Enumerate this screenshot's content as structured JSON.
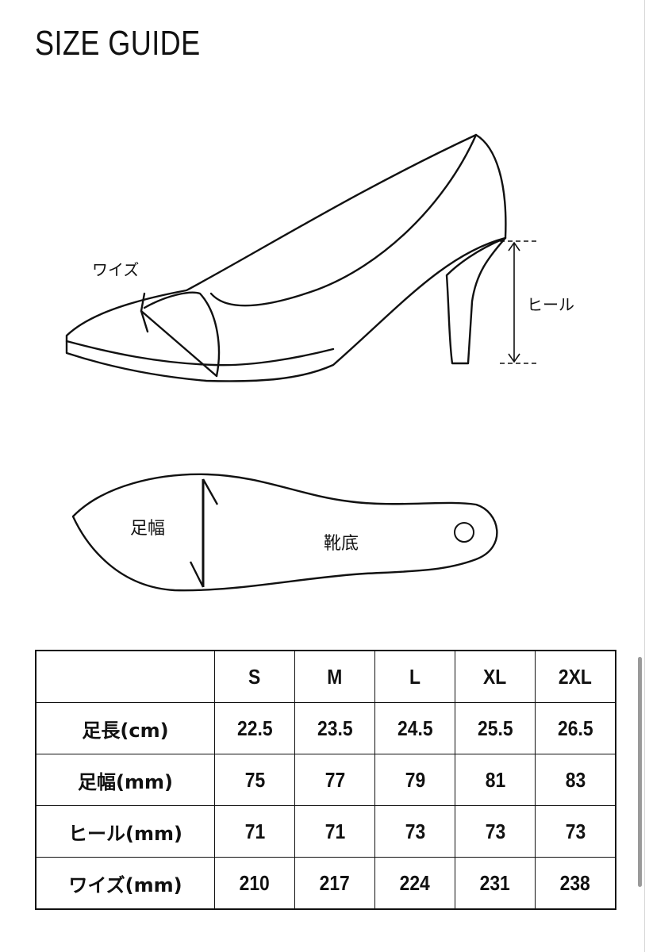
{
  "title": "SIZE GUIDE",
  "diagram_labels": {
    "wise": "ワイズ",
    "heel": "ヒール",
    "foot_width": "足幅",
    "sole": "靴底"
  },
  "table": {
    "columns": [
      "",
      "S",
      "M",
      "L",
      "XL",
      "2XL"
    ],
    "rows": [
      {
        "label": "足長(cm)",
        "values": [
          "22.5",
          "23.5",
          "24.5",
          "25.5",
          "26.5"
        ]
      },
      {
        "label": "足幅(mm)",
        "values": [
          "75",
          "77",
          "79",
          "81",
          "83"
        ]
      },
      {
        "label": "ヒール(mm)",
        "values": [
          "71",
          "71",
          "73",
          "73",
          "73"
        ]
      },
      {
        "label": "ワイズ(mm)",
        "values": [
          "210",
          "217",
          "224",
          "231",
          "238"
        ]
      }
    ]
  }
}
